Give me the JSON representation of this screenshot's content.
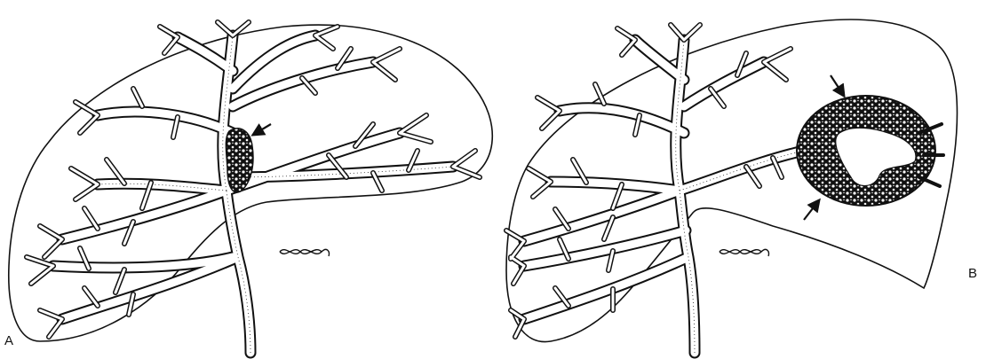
{
  "labels": {
    "panel_a": "A",
    "panel_b": "B"
  },
  "colors": {
    "ink": "#111111",
    "paper": "#ffffff"
  },
  "panels": [
    {
      "id": "A",
      "lesion": "small-intraductal-tumor",
      "arrows": 1
    },
    {
      "id": "B",
      "lesion": "large-cystic-tumor",
      "arrows": 2
    }
  ],
  "icons": {
    "arrow": "arrow-icon",
    "cbd_marker": "twisted-duct-symbol-icon"
  }
}
